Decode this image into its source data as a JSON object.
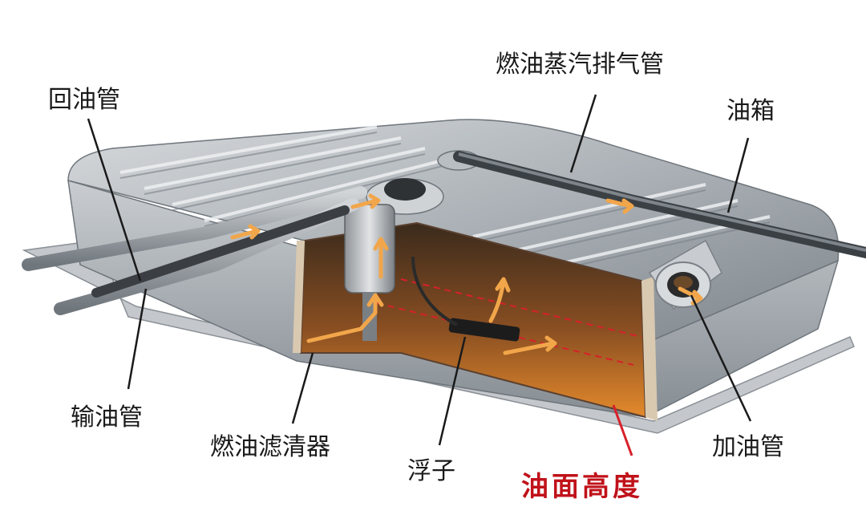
{
  "labels": {
    "return_pipe": "回油管",
    "vapor_vent_pipe": "燃油蒸汽排气管",
    "fuel_tank": "油箱",
    "supply_pipe": "输油管",
    "fuel_filter": "燃油滤清器",
    "float": "浮子",
    "filler_pipe": "加油管",
    "fuel_level": "油面高度"
  },
  "colors": {
    "leader_line": "#1a1a1a",
    "fuel_level_text": "#c0121a",
    "fuel_level_line": "#d8202a",
    "flow_arrow": "#f2a64a",
    "fuel_fill": "#b86a2a",
    "tank_metal": "#9aa0a6"
  }
}
